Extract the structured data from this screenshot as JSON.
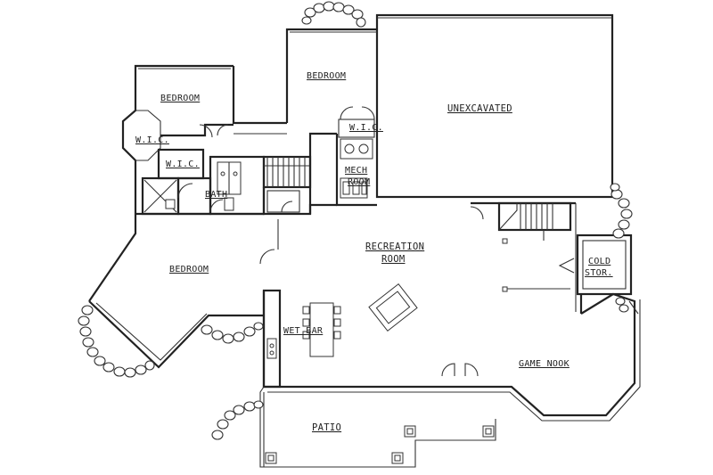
{
  "floor_plan": {
    "rooms": {
      "bedroom_nw": "BEDROOM",
      "bedroom_n": "BEDROOM",
      "bedroom_sw": "BEDROOM",
      "unexcavated": "UNEXCAVATED",
      "wic_1": "W.I.C.",
      "wic_2": "W.I.C.",
      "wic_3": "W.I.C.",
      "mech_line1": "MECH",
      "mech_line2": "ROOM",
      "bath": "BATH",
      "recreation_line1": "RECREATION",
      "recreation_line2": "ROOM",
      "cold_line1": "COLD",
      "cold_line2": "STOR.",
      "wet_bar": "WET BAR",
      "game_nook": "GAME NOOK",
      "patio": "PATIO"
    }
  }
}
